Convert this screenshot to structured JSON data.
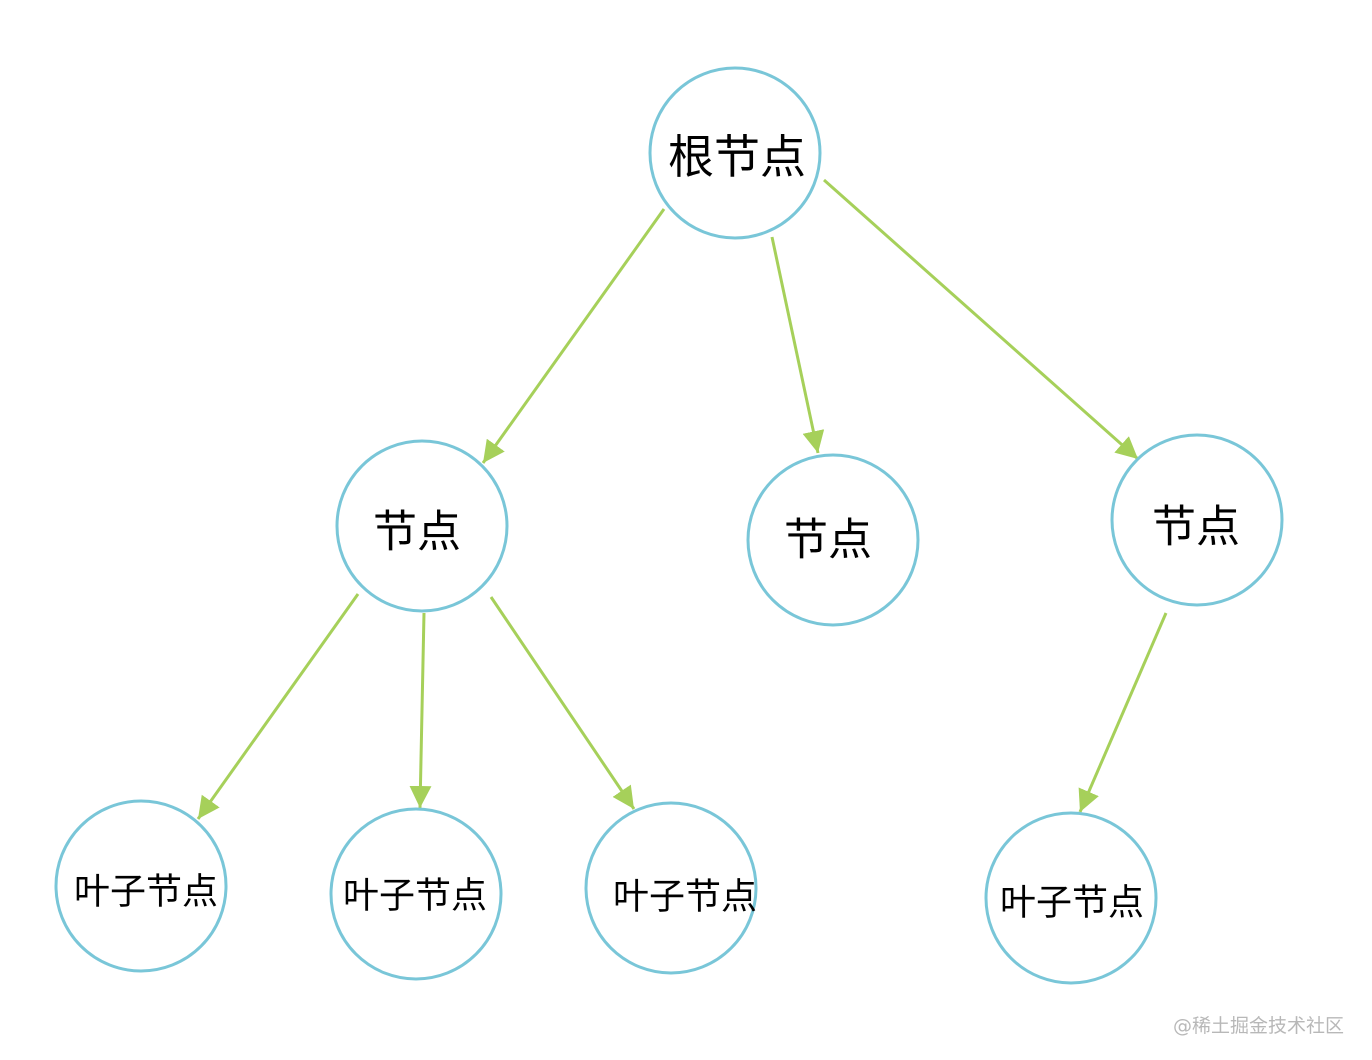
{
  "diagram": {
    "root": {
      "label": "根节点"
    },
    "children": [
      {
        "label": "节点",
        "children": [
          {
            "label": "叶子节点"
          },
          {
            "label": "叶子节点"
          },
          {
            "label": "叶子节点"
          }
        ]
      },
      {
        "label": "节点",
        "children": []
      },
      {
        "label": "节点",
        "children": [
          {
            "label": "叶子节点"
          }
        ]
      }
    ]
  },
  "colors": {
    "node_stroke": "#79c6d8",
    "edge": "#a6d05a",
    "text": "#000000",
    "watermark": "#b8b8b8"
  },
  "watermark": "@稀土掘金技术社区"
}
